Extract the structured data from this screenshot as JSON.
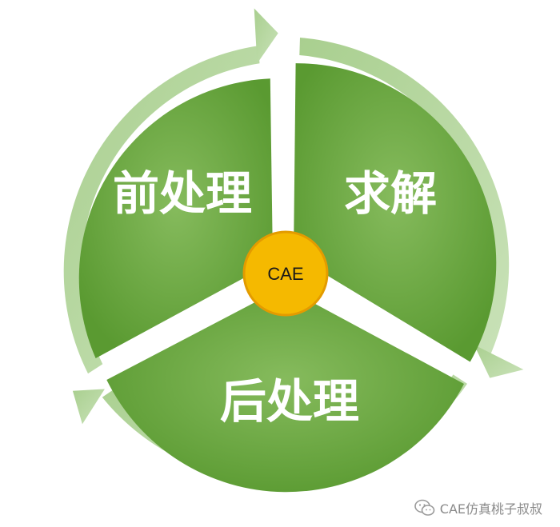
{
  "diagram": {
    "center_label": "CAE",
    "segments": [
      {
        "label": "前处理"
      },
      {
        "label": "求解"
      },
      {
        "label": "后处理"
      }
    ],
    "colors": {
      "segment_light": "#86bb5d",
      "segment_dark": "#5a9a31",
      "arrow": "#b7d6a3",
      "center_fill": "#f5b900",
      "center_stroke": "#e39b00"
    }
  },
  "watermark": {
    "text": "CAE仿真桃子叔叔",
    "icon": "wechat-icon"
  }
}
